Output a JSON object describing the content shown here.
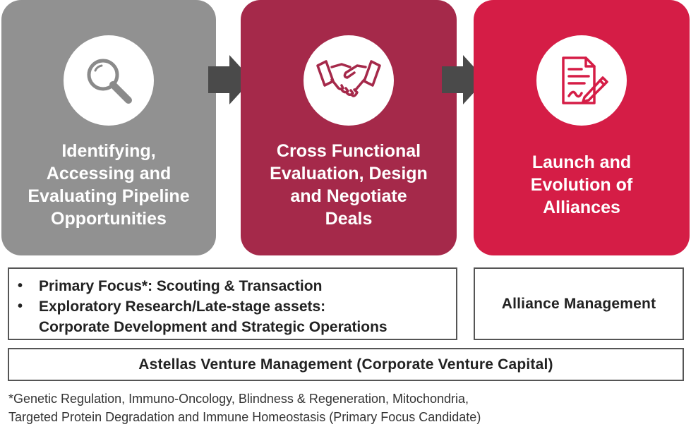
{
  "stages": [
    {
      "title": "Identifying,\nAccessing and\nEvaluating Pipeline\nOpportunities",
      "icon": "magnifying-glass-icon",
      "color": "#919191"
    },
    {
      "title": "Cross Functional\nEvaluation, Design\nand Negotiate\nDeals",
      "icon": "handshake-icon",
      "color": "#a5294a"
    },
    {
      "title": "Launch and\nEvolution of\nAlliances",
      "icon": "signed-document-icon",
      "color": "#d51d46"
    }
  ],
  "primary_box": {
    "bullets": [
      "Primary Focus*: Scouting & Transaction",
      "Exploratory Research/Late-stage assets:\nCorporate Development and Strategic Operations"
    ]
  },
  "alliance_box": {
    "label": "Alliance Management"
  },
  "venture_box": {
    "label": "Astellas Venture Management (Corporate Venture Capital)"
  },
  "footnote": "*Genetic Regulation, Immuno-Oncology, Blindness & Regeneration, Mitochondria,\nTargeted Protein Degradation and Immune Homeostasis (Primary Focus Candidate)"
}
